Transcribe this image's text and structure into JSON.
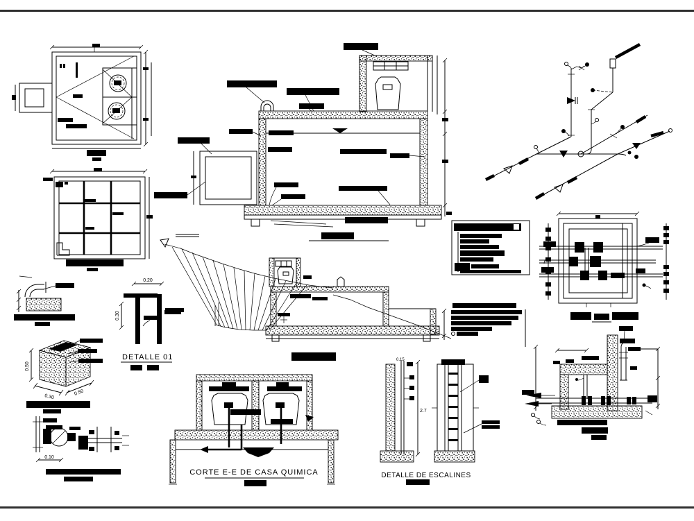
{
  "sheet": {
    "background": "#ffffff",
    "ink": "#000000",
    "border_color": "#2f2f2f"
  },
  "titles": {
    "detail_01": "DETALLE 01",
    "corte_ee": "CORTE E-E DE CASA QUIMICA",
    "escalines": "DETALLE DE ESCALINES"
  },
  "dimensions": {
    "detail01_width": "0.20",
    "detail01_height": "0.30",
    "dado_height": "0.50",
    "dado_depth": "0.30",
    "dado_width": "0.50",
    "pump_gap": "0.10",
    "ladder_height": "2.7",
    "ladder_top_offset": "0.15"
  }
}
